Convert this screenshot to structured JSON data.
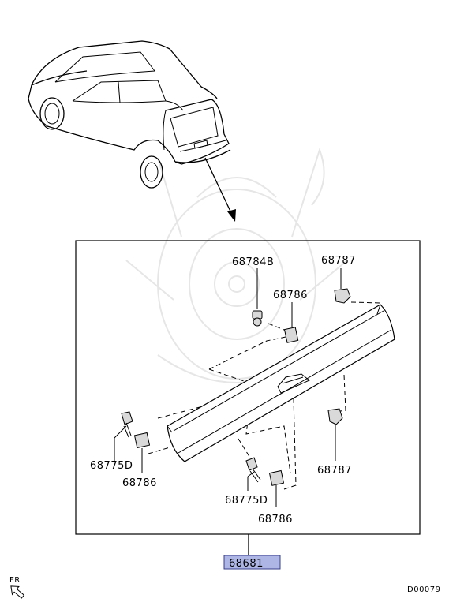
{
  "labels": {
    "p68784b": "68784B",
    "p68787_top": "68787",
    "p68786_top": "68786",
    "p68775d_left": "68775D",
    "p68786_left": "68786",
    "p68787_right": "68787",
    "p68775d_bottom": "68775D",
    "p68786_bottom": "68786",
    "assembly": "68681"
  },
  "direction": "FR",
  "drawing_code": "D00079",
  "colors": {
    "assembly_highlight": "#aeb6e6"
  }
}
